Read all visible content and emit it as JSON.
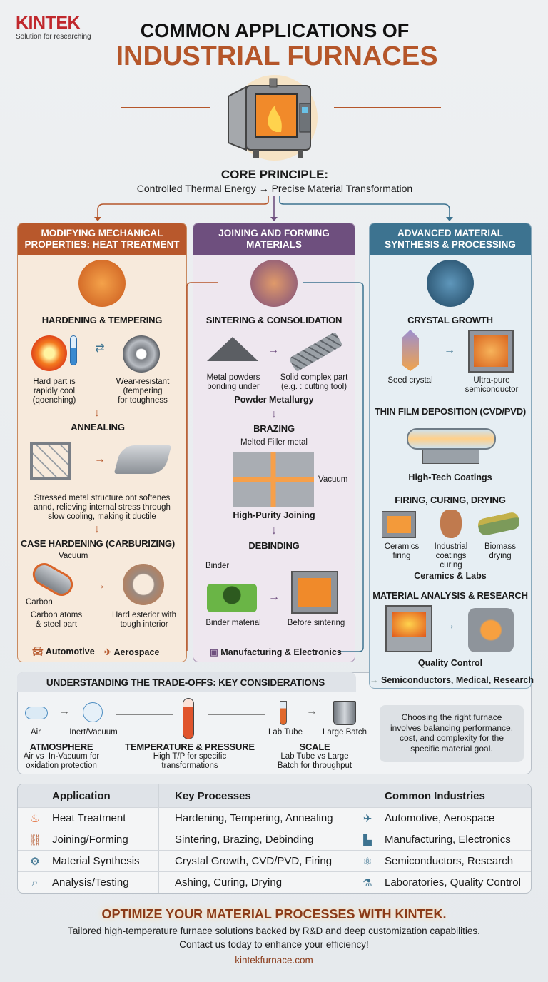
{
  "brand": {
    "logo": "KINTEK",
    "tagline": "Solution for researching",
    "color": "#c0282d"
  },
  "title": {
    "line1": "COMMON APPLICATIONS OF",
    "line2": "INDUSTRIAL FURNACES",
    "accent": "#b5562a"
  },
  "core": {
    "heading": "CORE PRINCIPLE:",
    "text": "Controlled Thermal Energy → Precise Material Transformation"
  },
  "columns": [
    {
      "title": "MODIFYING MECHANICAL PROPERTIES: HEAT TREATMENT",
      "color": "#b8582c",
      "sections": [
        {
          "title": "HARDENING & TEMPERING",
          "left": "Hard part is\nrapidly cool\n(qoenching)",
          "right": "Wear-resistant\n(tempering\nfor toughness"
        },
        {
          "title": "ANNEALING",
          "caption": "Stressed metal structure ont softenes\nannd, relieving internal stress through\nslow cooling, making it ductile"
        },
        {
          "title": "CASE HARDENING (CARBURIZING)",
          "vacuum": "Vacuum",
          "carbon": "Carbon",
          "left": "Carbon atoms\n& steel part",
          "right": "Hard esterior with\ntough interior"
        }
      ],
      "industries": [
        "Automotive",
        "Aerospace"
      ]
    },
    {
      "title": "JOINING AND FORMING MATERIALS",
      "color": "#6e4f7e",
      "sections": [
        {
          "title": "SINTERING & CONSOLIDATION",
          "left": "Metal powders\nbonding under",
          "right": "Solid complex part\n(e.g. : cutting tool)",
          "caption": "Powder Metallurgy"
        },
        {
          "title": "BRAZING",
          "label": "Melted Filler metal",
          "vacuum": "Vacuum",
          "caption": "High-Purity Joining"
        },
        {
          "title": "DEBINDING",
          "binder": "Binder",
          "left": "Binder material",
          "right": "Before sintering"
        }
      ],
      "industries": [
        "Manufacturing & Electronics"
      ]
    },
    {
      "title": "ADVANCED MATERIAL SYNTHESIS & PROCESSING",
      "color": "#3d7390",
      "sections": [
        {
          "title": "CRYSTAL GROWTH",
          "left": "Seed crystal",
          "right": "Ultra-pure\nsemiconductor"
        },
        {
          "title": "THIN FILM DEPOSITION (CVD/PVD)",
          "caption": "High-Tech Coatings"
        },
        {
          "title": "FIRING, CURING, DRYING",
          "items": [
            "Ceramics\nfiring",
            "Industrial\ncoatings\ncuring",
            "Biomass\ndrying"
          ],
          "caption": "Ceramics & Labs"
        },
        {
          "title": "MATERIAL ANALYSIS & RESEARCH",
          "caption": "Quality Control"
        }
      ],
      "industries": [
        "Semiconductors, Medical, Research"
      ]
    }
  ],
  "tradeoffs": {
    "title": "UNDERSTANDING THE TRADE-OFFS: KEY CONSIDERATIONS",
    "labels": {
      "air": "Air",
      "inert": "Inert/Vacuum",
      "lab": "Lab Tube",
      "batch": "Large Batch"
    },
    "groups": [
      {
        "title": "ATMOSPHERE",
        "text": "Air vs  In-Vacuum for\noxidation protection"
      },
      {
        "title": "TEMPERATURE & PRESSURE",
        "text": "High T/P for specific\ntransformations"
      },
      {
        "title": "SCALE",
        "text": "Lab Tube vs Large\nBatch for throughput"
      }
    ],
    "note": "Choosing the right furnace\ninvolves balancing performance,\ncost, and complexity for the\nspecific material goal."
  },
  "table": {
    "headers": [
      "Application",
      "Key Processes",
      "Common Industries"
    ],
    "rows": [
      {
        "icon": "flame-icon",
        "app": "Heat Treatment",
        "processes": "Hardening, Tempering, Annealing",
        "ind_icon": "airplane-icon",
        "industries": "Automotive, Aerospace"
      },
      {
        "icon": "link-icon",
        "app": "Joining/Forming",
        "processes": "Sintering, Brazing, Debinding",
        "ind_icon": "factory-icon",
        "industries": "Manufacturing, Electronics"
      },
      {
        "icon": "gear-icon",
        "app": "Material Synthesis",
        "processes": "Crystal Growth, CVD/PVD, Firing",
        "ind_icon": "atom-icon",
        "industries": "Semiconductors, Research"
      },
      {
        "icon": "magnifier-icon",
        "app": "Analysis/Testing",
        "processes": "Ashing, Curing, Drying",
        "ind_icon": "flask-icon",
        "industries": "Laboratories, Quality Control"
      }
    ]
  },
  "footer": {
    "cta": "OPTIMIZE YOUR MATERIAL PROCESSES WITH KINTEK.",
    "line1": "Tailored high-temperature furnace solutions backed by R&D and deep customization capabilities.",
    "line2": "Contact us today to enhance your efficiency!",
    "url": "kintekfurnace.com"
  }
}
